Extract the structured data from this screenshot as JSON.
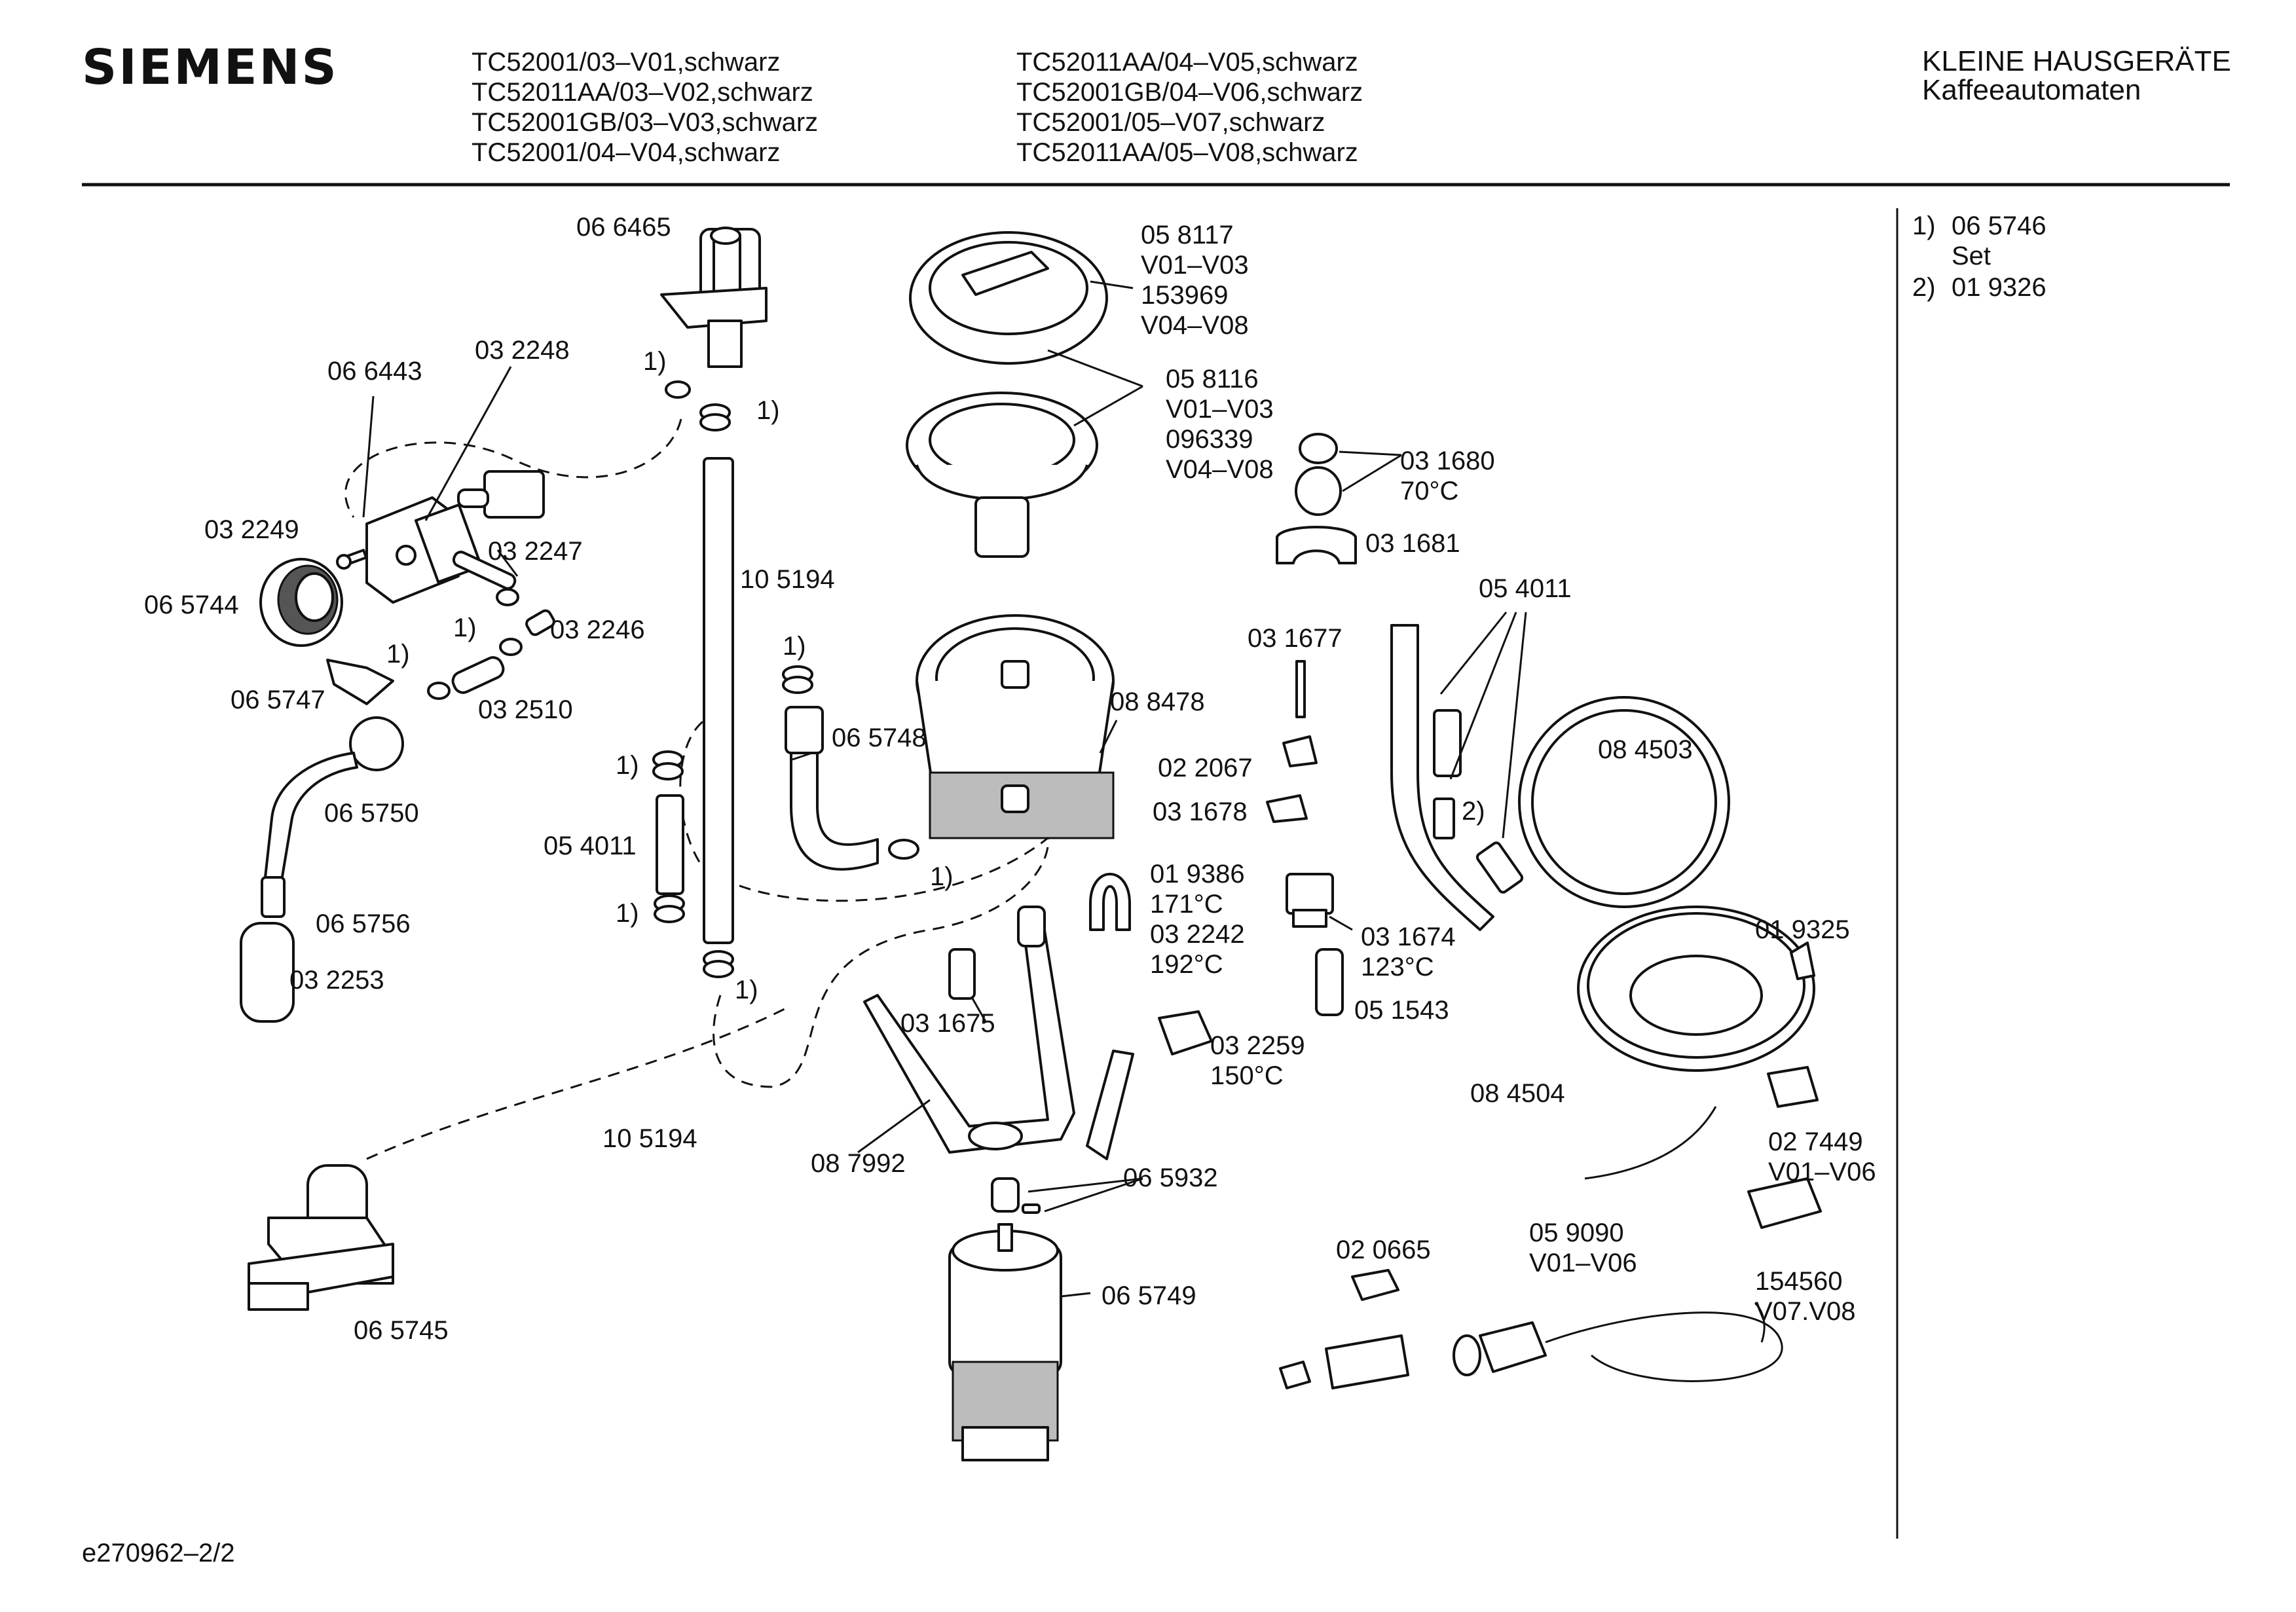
{
  "brand": "SIEMENS",
  "header": {
    "models_col1": [
      "TC52001/03–V01,schwarz",
      "TC52011AA/03–V02,schwarz",
      "TC52001GB/03–V03,schwarz",
      "TC52001/04–V04,schwarz"
    ],
    "models_col2": [
      "TC52011AA/04–V05,schwarz",
      "TC52001GB/04–V06,schwarz",
      "TC52001/05–V07,schwarz",
      "TC52011AA/05–V08,schwarz"
    ],
    "category": "KLEINE HAUSGERÄTE",
    "subcategory": "Kaffeeautomaten"
  },
  "notes": {
    "n1_marker": "1)",
    "n1_part": "06 5746",
    "n1_text": "Set",
    "n2_marker": "2)",
    "n2_part": "01 9326"
  },
  "labels": {
    "p066465": "06 6465",
    "p066443": "06 6443",
    "p032248": "03 2248",
    "p032249": "03 2249",
    "p032247": "03 2247",
    "p065744": "06 5744",
    "p032246": "03 2246",
    "p032510": "03 2510",
    "p065747": "06 5747",
    "p065750": "06 5750",
    "p065756": "06 5756",
    "p032253": "03 2253",
    "p105194a": "10 5194",
    "p054011a": "05 4011",
    "p105194b": "10 5194",
    "p065745": "06 5745",
    "p058117": "05 8117",
    "p058117_v1": "V01–V03",
    "p058117_alt": "153969",
    "p058117_v2": "V04–V08",
    "p058116": "05 8116",
    "p058116_v1": "V01–V03",
    "p058116_alt": "096339",
    "p058116_v2": "V04–V08",
    "p031680": "03 1680",
    "p031680_t": "70°C",
    "p031681": "03 1681",
    "p054011b": "05 4011",
    "p031677": "03 1677",
    "p088478": "08 8478",
    "p065748": "06 5748",
    "p022067": "02 2067",
    "p031678": "03 1678",
    "p084503": "08 4503",
    "p019386": "01 9386",
    "p019386_t": "171°C",
    "p032242": "03 2242",
    "p032242_t": "192°C",
    "p031674": "03 1674",
    "p031674_t": "123°C",
    "p051543": "05 1543",
    "p031675": "03 1675",
    "p032259": "03 2259",
    "p032259_t": "150°C",
    "p019325": "01 9325",
    "p084504": "08 4504",
    "p087992": "08 7992",
    "p065932": "06 5932",
    "p027449": "02 7449",
    "p027449_v": "V01–V06",
    "p059090": "05 9090",
    "p059090_v": "V01–V06",
    "p020665": "02 0665",
    "p065749": "06 5749",
    "p154560": "154560",
    "p154560_v": "V07.V08",
    "ref1": "1)",
    "ref2": "2)"
  },
  "footer": "e270962–2/2"
}
